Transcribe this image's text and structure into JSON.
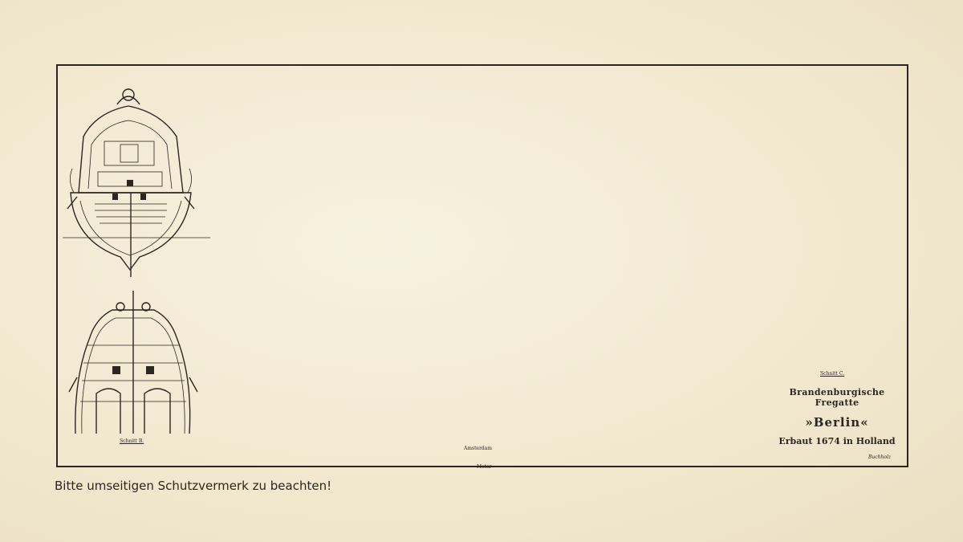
{
  "plan": {
    "title": "Brandenburgische Fregatte",
    "ship_name": "»Berlin«",
    "built": "Erbaut 1674 in Holland",
    "label_section_b": "Schnitt B.",
    "label_section_c": "Schnitt C.",
    "scale_top_label": "Amsterdam",
    "scale_bottom_label": "Meter",
    "signature": "Buchholz"
  },
  "footer": {
    "note": "Bitte umseitigen Schutzvermerk zu beachten!"
  },
  "colors": {
    "paper": "#f3ecd6",
    "ink": "#2b2620"
  }
}
